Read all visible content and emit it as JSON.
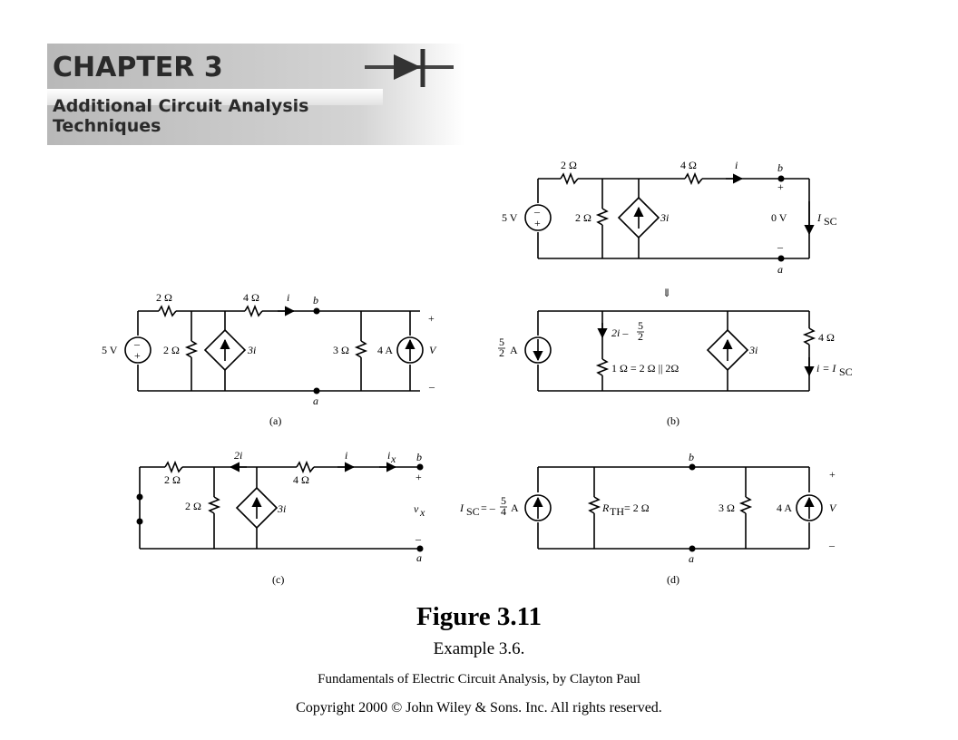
{
  "header": {
    "chapter": "CHAPTER 3",
    "line1": "Additional Circuit Analysis",
    "line2": "Techniques"
  },
  "caption": {
    "figure": "Figure 3.11",
    "example": "Example 3.6.",
    "book": "Fundamentals of Electric Circuit Analysis, by Clayton Paul",
    "copyright": "Copyright 2000 © John Wiley & Sons. Inc. All rights reserved."
  },
  "circuits": {
    "a": {
      "label": "(a)",
      "r1": "2 Ω",
      "r2": "4 Ω",
      "cur": "i",
      "node_b": "b",
      "src": "5 V",
      "r3": "2 Ω",
      "dep": "3i",
      "r4": "3 Ω",
      "isrc": "4 A",
      "plus": "+",
      "vout": "V",
      "minus": "–",
      "node_a": "a"
    },
    "b_top": {
      "r1": "2 Ω",
      "r2": "4 Ω",
      "cur": "i",
      "node_b": "b",
      "plus": "+",
      "src": "5 V",
      "r3": "2 Ω",
      "dep": "3i",
      "volt": "0 V",
      "isc": "I",
      "isc_sub": "SC",
      "minus": "–",
      "node_a": "a"
    },
    "arrow": "⇓",
    "b_bottom": {
      "label": "(b)",
      "src_num": "5",
      "src_den": "2",
      "src_unit": "A",
      "cur_expr": "2i –",
      "cur_num": "5",
      "cur_den": "2",
      "req": "1 Ω = 2 Ω || 2Ω",
      "dep": "3i",
      "r4": "4 Ω",
      "iisc": "i = I",
      "iisc_sub": "SC"
    },
    "c": {
      "label": "(c)",
      "cur2i": "2i",
      "cur_i": "i",
      "ix": "i",
      "ix_sub": "x",
      "node_b": "b",
      "r1": "2 Ω",
      "plus": "+",
      "r2": "4 Ω",
      "r3": "2 Ω",
      "dep": "3i",
      "vx": "v",
      "vx_sub": "x",
      "minus": "–",
      "node_a": "a"
    },
    "d": {
      "label": "(d)",
      "node_b": "b",
      "plus": "+",
      "isc": "I",
      "isc_sub": "SC",
      "isc_val": "= –",
      "isc_num": "5",
      "isc_den": "4",
      "isc_unit": "A",
      "rth": "R",
      "rth_sub": "TH",
      "rth_val": "= 2 Ω",
      "r3": "3 Ω",
      "isrc": "4 A",
      "vout": "V",
      "minus": "–",
      "node_a": "a"
    }
  }
}
